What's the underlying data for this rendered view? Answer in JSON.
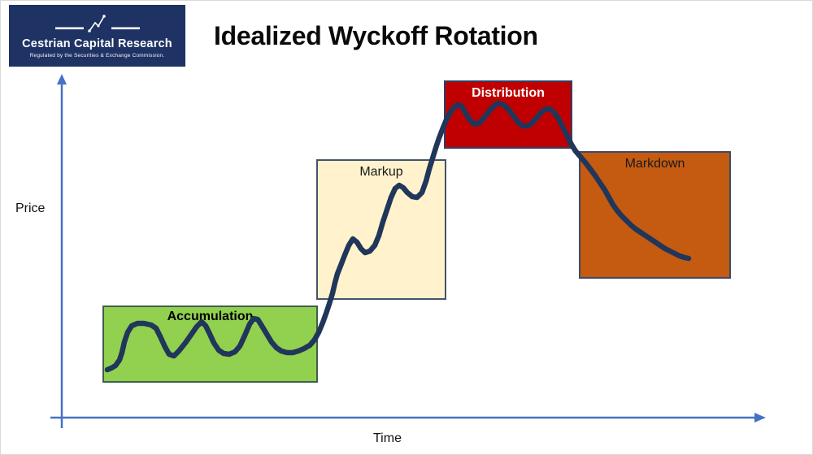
{
  "page": {
    "title": "Idealized Wyckoff Rotation"
  },
  "logo": {
    "brand": "Cestrian Capital Research",
    "tagline": "Regulated by the Securities & Exchange Commission.",
    "bg_color": "#1f3264",
    "text_color": "#ffffff",
    "icon": "stock-line-icon"
  },
  "axes": {
    "y_label": "Price",
    "x_label": "Time",
    "color": "#4472c4"
  },
  "phases": [
    {
      "label": "Accumulation",
      "fill": "#92d050",
      "border": "#3e5f49",
      "text_color": "#000000"
    },
    {
      "label": "Markup",
      "fill": "#fff2cc",
      "border": "#44546a",
      "text_color": "#1a1a1a"
    },
    {
      "label": "Distribution",
      "fill": "#c00000",
      "border": "#2f3f63",
      "text_color": "#ffffff"
    },
    {
      "label": "Markdown",
      "fill": "#c55a11",
      "border": "#3d4a66",
      "text_color": "#1a1a1a"
    }
  ],
  "curve": {
    "color": "#20365a",
    "stroke_width": 6.5,
    "points": [
      [
        131,
        454
      ],
      [
        136,
        452
      ],
      [
        141,
        449
      ],
      [
        146,
        442
      ],
      [
        149,
        433
      ],
      [
        152,
        420
      ],
      [
        156,
        408
      ],
      [
        161,
        400
      ],
      [
        168,
        397
      ],
      [
        176,
        397
      ],
      [
        185,
        399
      ],
      [
        191,
        403
      ],
      [
        196,
        413
      ],
      [
        202,
        426
      ],
      [
        207,
        435
      ],
      [
        213,
        437
      ],
      [
        219,
        431
      ],
      [
        227,
        421
      ],
      [
        234,
        411
      ],
      [
        241,
        401
      ],
      [
        247,
        395
      ],
      [
        252,
        400
      ],
      [
        257,
        410
      ],
      [
        262,
        421
      ],
      [
        268,
        430
      ],
      [
        274,
        434
      ],
      [
        281,
        435
      ],
      [
        288,
        432
      ],
      [
        294,
        425
      ],
      [
        300,
        412
      ],
      [
        306,
        398
      ],
      [
        311,
        391
      ],
      [
        316,
        392
      ],
      [
        321,
        400
      ],
      [
        327,
        410
      ],
      [
        333,
        420
      ],
      [
        339,
        427
      ],
      [
        345,
        431
      ],
      [
        352,
        433
      ],
      [
        359,
        433
      ],
      [
        366,
        431
      ],
      [
        373,
        428
      ],
      [
        380,
        424
      ],
      [
        386,
        417
      ],
      [
        391,
        408
      ],
      [
        396,
        396
      ],
      [
        400,
        385
      ],
      [
        404,
        373
      ],
      [
        408,
        360
      ],
      [
        411,
        347
      ],
      [
        414,
        336
      ],
      [
        418,
        326
      ],
      [
        423,
        313
      ],
      [
        428,
        301
      ],
      [
        433,
        293
      ],
      [
        438,
        297
      ],
      [
        443,
        305
      ],
      [
        448,
        310
      ],
      [
        454,
        308
      ],
      [
        460,
        301
      ],
      [
        465,
        289
      ],
      [
        470,
        272
      ],
      [
        475,
        257
      ],
      [
        480,
        242
      ],
      [
        485,
        231
      ],
      [
        490,
        227
      ],
      [
        495,
        230
      ],
      [
        500,
        236
      ],
      [
        506,
        241
      ],
      [
        512,
        242
      ],
      [
        518,
        236
      ],
      [
        523,
        222
      ],
      [
        527,
        207
      ],
      [
        531,
        194
      ],
      [
        535,
        181
      ],
      [
        539,
        169
      ],
      [
        544,
        156
      ],
      [
        549,
        144
      ],
      [
        555,
        134
      ],
      [
        561,
        128
      ],
      [
        566,
        129
      ],
      [
        571,
        137
      ],
      [
        577,
        147
      ],
      [
        583,
        152
      ],
      [
        589,
        150
      ],
      [
        596,
        142
      ],
      [
        602,
        134
      ],
      [
        608,
        128
      ],
      [
        613,
        126
      ],
      [
        618,
        128
      ],
      [
        624,
        133
      ],
      [
        630,
        141
      ],
      [
        636,
        149
      ],
      [
        642,
        154
      ],
      [
        648,
        154
      ],
      [
        654,
        150
      ],
      [
        660,
        143
      ],
      [
        666,
        136
      ],
      [
        671,
        133
      ],
      [
        677,
        134
      ],
      [
        682,
        139
      ],
      [
        687,
        147
      ],
      [
        692,
        157
      ],
      [
        697,
        167
      ],
      [
        702,
        177
      ],
      [
        707,
        185
      ],
      [
        713,
        192
      ],
      [
        719,
        199
      ],
      [
        725,
        207
      ],
      [
        731,
        215
      ],
      [
        737,
        224
      ],
      [
        743,
        233
      ],
      [
        748,
        242
      ],
      [
        753,
        251
      ],
      [
        758,
        258
      ],
      [
        763,
        264
      ],
      [
        769,
        270
      ],
      [
        775,
        276
      ],
      [
        781,
        281
      ],
      [
        787,
        285
      ],
      [
        793,
        289
      ],
      [
        799,
        293
      ],
      [
        805,
        297
      ],
      [
        811,
        301
      ],
      [
        817,
        305
      ],
      [
        823,
        308
      ],
      [
        829,
        311
      ],
      [
        835,
        314
      ],
      [
        841,
        316
      ],
      [
        846,
        317
      ]
    ]
  }
}
